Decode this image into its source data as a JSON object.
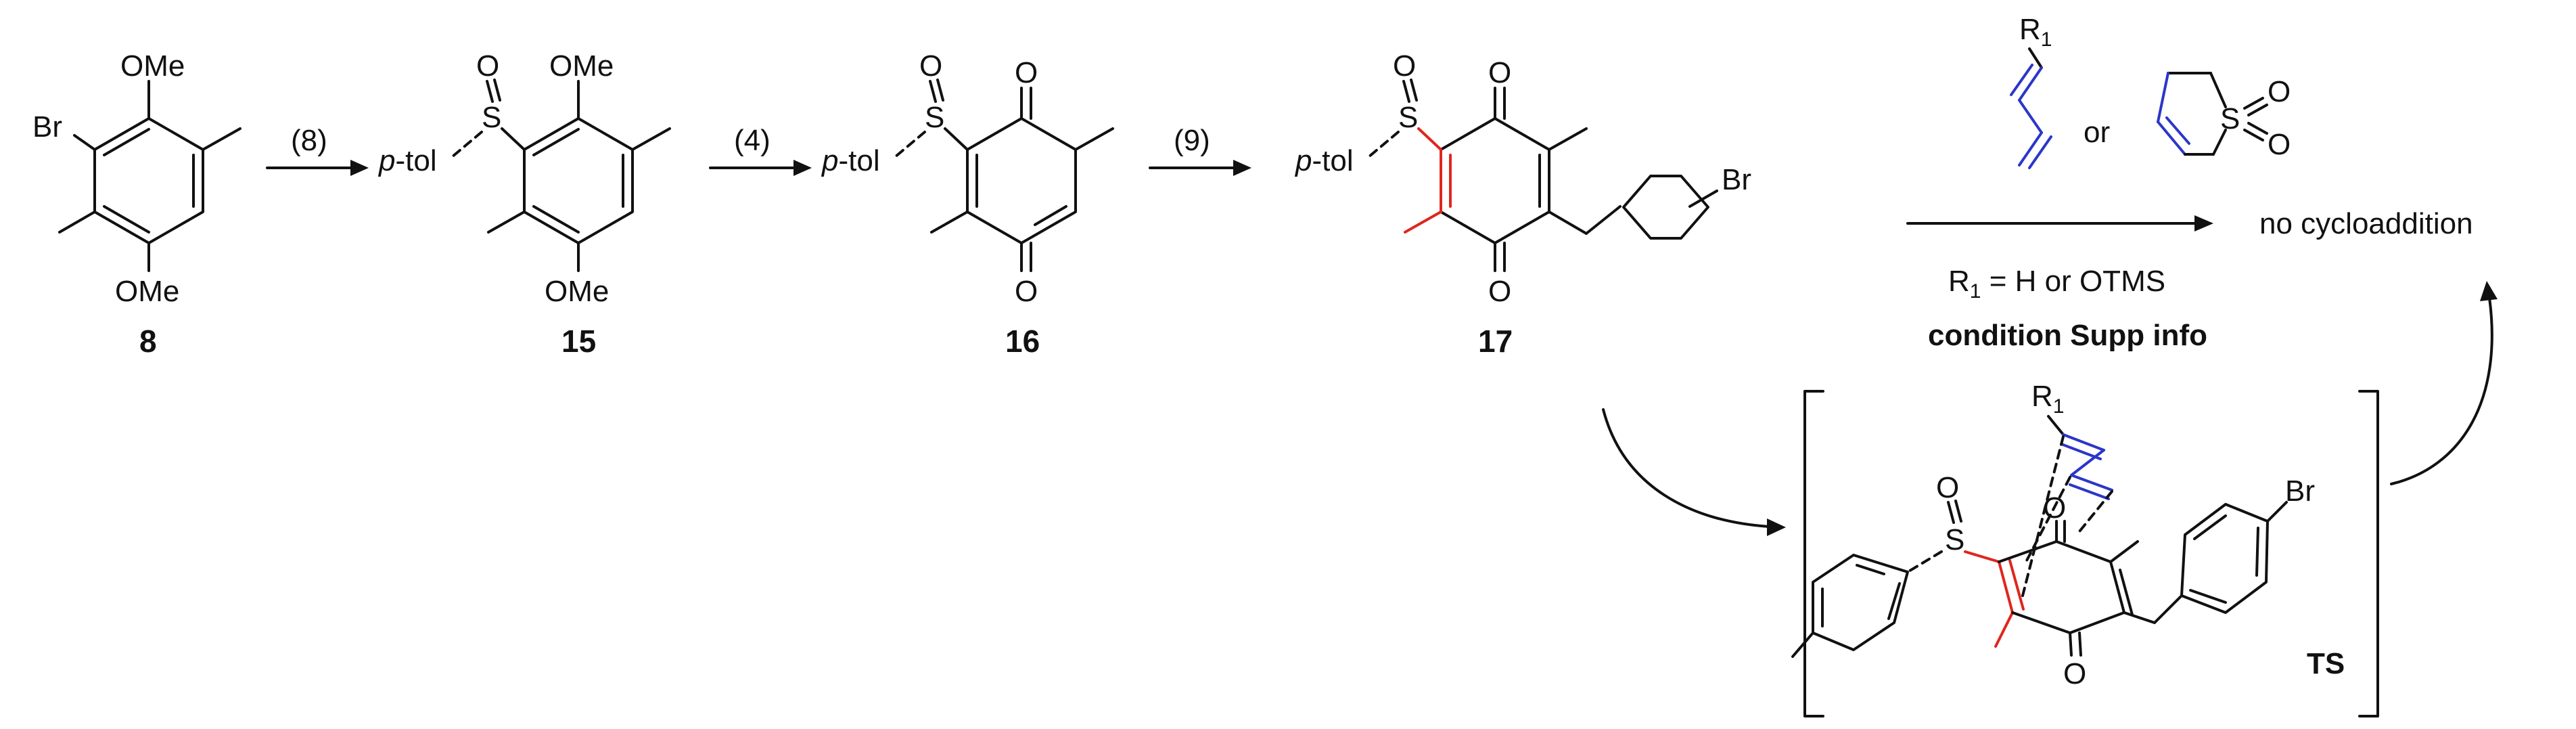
{
  "compounds": {
    "c8": "8",
    "c15": "15",
    "c16": "16",
    "c17": "17"
  },
  "substituents": {
    "ome": "OMe",
    "br": "Br",
    "o": "O",
    "s": "S",
    "ptol_p": "p",
    "ptol_rest": "-tol",
    "r1_letter": "R",
    "r1_sub": "1"
  },
  "arrows": {
    "step1": "(8)",
    "step2": "(4)",
    "step3": "(9)"
  },
  "reagents": {
    "or": "or",
    "r1_def_rest": " = H or OTMS",
    "condition": "condition Supp info"
  },
  "result": "no cycloaddition",
  "ts_label": "TS"
}
